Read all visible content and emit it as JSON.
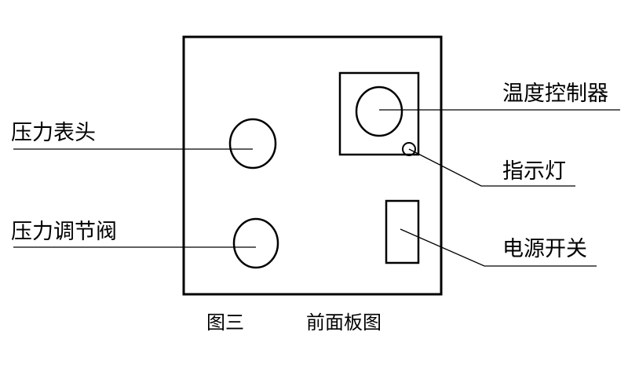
{
  "labels": {
    "pressure_gauge": "压力表头",
    "pressure_valve": "压力调节阀",
    "temperature_controller": "温度控制器",
    "indicator_light": "指示灯",
    "power_switch": "电源开关"
  },
  "caption": {
    "figure_number": "图三",
    "title": "前面板图"
  }
}
